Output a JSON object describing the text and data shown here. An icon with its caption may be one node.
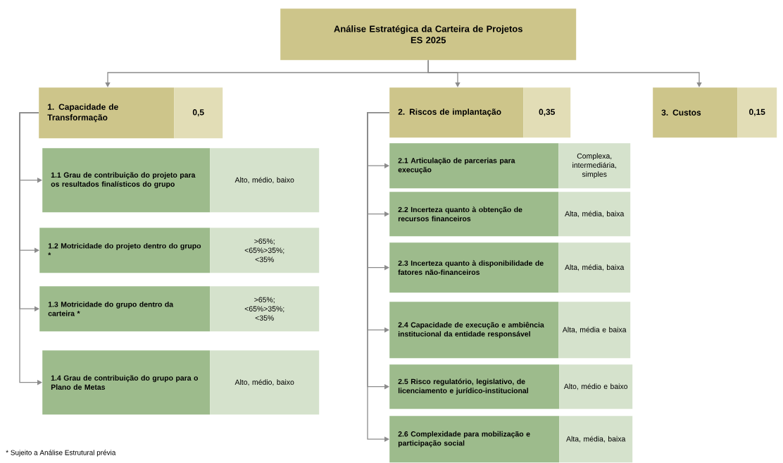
{
  "diagram": {
    "nodes": [
      {
        "text": [
          "Análise Estratégica da Carteira de Projetos",
          "ES 2025"
        ]
      },
      {
        "text": [
          "1. Capacidade de Transformação",
          "0,5"
        ]
      },
      {
        "text": [
          "2. Riscos de implantação",
          "0,35"
        ]
      },
      {
        "text": [
          "3. Custos",
          "0,15"
        ]
      },
      {
        "text": [
          "1.1 Grau de contribuição do projeto para os resultados finalísticos do grupo",
          "Alto, médio, baixo"
        ]
      },
      {
        "text": [
          "1.2 Motricidade do projeto dentro do grupo *",
          ">65%; <65%>35%; <35%"
        ]
      },
      {
        "text": [
          "1.3 Motricidade do grupo dentro da carteira *",
          ">65%; <65%>35%; <35%"
        ]
      },
      {
        "text": [
          "1.4 Grau de contribuição do grupo para o Plano de Metas",
          "Alto, médio, baixo"
        ]
      },
      {
        "text": [
          "2.1 Articulação de parcerias para execução",
          "Complexa, intermediária, simples"
        ]
      },
      {
        "text": [
          "2.2 Incerteza quanto à obtenção de recursos financeiros",
          "Alta, média, baixa"
        ]
      },
      {
        "text": [
          "2.3 Incerteza quanto à disponibilidade de fatores não-financeiros",
          "Alta, média, baixa"
        ]
      },
      {
        "text": [
          "2.4 Capacidade de execução e ambiência institucional da entidade responsável",
          "Alta, média e baixa"
        ]
      },
      {
        "text": [
          "2.5  Risco regulatório, legislativo, de licenciamento e jurídico-institucional",
          "Alto, médio e baixo"
        ]
      },
      {
        "text": [
          "2.6 Complexidade para mobilização e participação social",
          "Alta, média, baixa"
        ]
      }
    ],
    "edges": [
      {
        "from": 0,
        "to": 1,
        "arrow": "to"
      },
      {
        "from": 0,
        "to": 2,
        "arrow": "to"
      },
      {
        "from": 0,
        "to": 3,
        "arrow": "to"
      },
      {
        "from": 1,
        "to": 4,
        "arrow": "to"
      },
      {
        "from": 1,
        "to": 5,
        "arrow": "to"
      },
      {
        "from": 1,
        "to": 6,
        "arrow": "to"
      },
      {
        "from": 1,
        "to": 7,
        "arrow": "to"
      },
      {
        "from": 2,
        "to": 8,
        "arrow": "to"
      },
      {
        "from": 2,
        "to": 9,
        "arrow": "to"
      },
      {
        "from": 2,
        "to": 10,
        "arrow": "to"
      },
      {
        "from": 2,
        "to": 11,
        "arrow": "to"
      },
      {
        "from": 2,
        "to": 12,
        "arrow": "to"
      },
      {
        "from": 2,
        "to": 13,
        "arrow": "to"
      }
    ],
    "labels": [
      "* Sujeito a Análise Estrutural prévia"
    ]
  }
}
